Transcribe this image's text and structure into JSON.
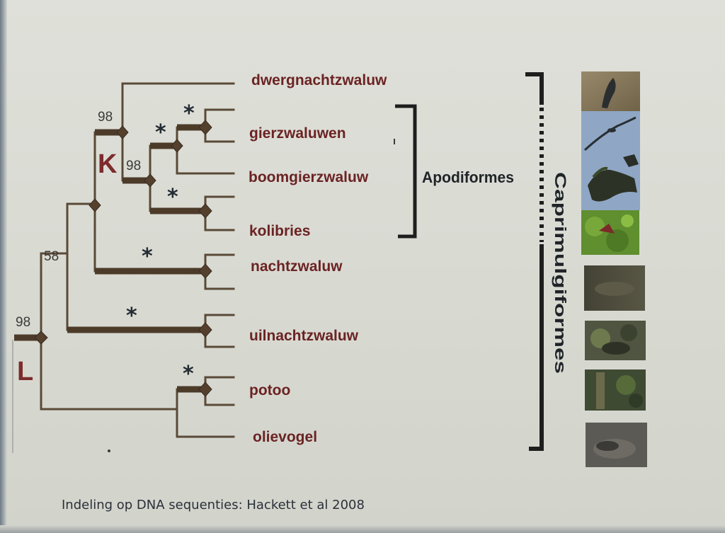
{
  "taxa": [
    "dwergnachtzwaluw",
    "gierzwaluwen",
    "boomgierzwaluw",
    "kolibries",
    "nachtzwaluw",
    "uilnachtzwaluw",
    "potoo",
    "olievogel"
  ],
  "support_values": {
    "node_58": "58",
    "node_98_root": "98",
    "node_98_k": "98",
    "node_98_inner": "98"
  },
  "node_letters": {
    "root": "L",
    "k": "K"
  },
  "star_symbol": "*",
  "groups": {
    "apodiformes": "Apodiformes",
    "caprimulgiformes": "Caprimulgiformes"
  },
  "caption": "Indeling op DNA sequenties: Hackett et al 2008",
  "colors": {
    "branch": "#5a4a37",
    "taxon_text": "#6b2323",
    "node_letter": "#7d2b2b",
    "bracket": "#1e1e1e"
  },
  "photos": [
    "bird-photo-dwergnachtzwaluw",
    "bird-photo-gierzwaluw",
    "bird-photo-boomgierzwaluw",
    "bird-photo-kolibrie",
    "bird-photo-nachtzwaluw",
    "bird-photo-uilnachtzwaluw",
    "bird-photo-potoo",
    "bird-photo-olievogel"
  ]
}
